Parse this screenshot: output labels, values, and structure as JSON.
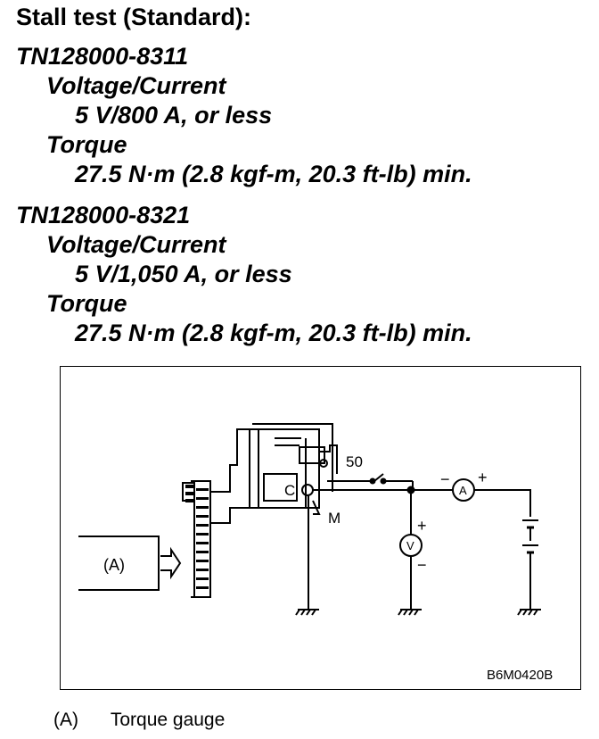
{
  "title": "Stall test (Standard):",
  "models": [
    {
      "part_no": "TN128000-8311",
      "voltage_label": "Voltage/Current",
      "voltage_value": "5 V/800 A, or less",
      "torque_label": "Torque",
      "torque_value": "27.5 N·m (2.8 kgf-m, 20.3 ft-lb) min."
    },
    {
      "part_no": "TN128000-8321",
      "voltage_label": "Voltage/Current",
      "voltage_value": "5 V/1,050 A, or less",
      "torque_label": "Torque",
      "torque_value": "27.5 N·m (2.8 kgf-m, 20.3 ft-lb) min."
    }
  ],
  "diagram": {
    "gauge_label": "(A)",
    "terminal_50": "50",
    "terminal_c": "C",
    "terminal_m": "M",
    "voltmeter": "V",
    "ammeter": "A",
    "plus": "+",
    "minus": "−",
    "figure_code": "B6M0420B"
  },
  "caption": {
    "key": "(A)",
    "text": "Torque gauge"
  }
}
